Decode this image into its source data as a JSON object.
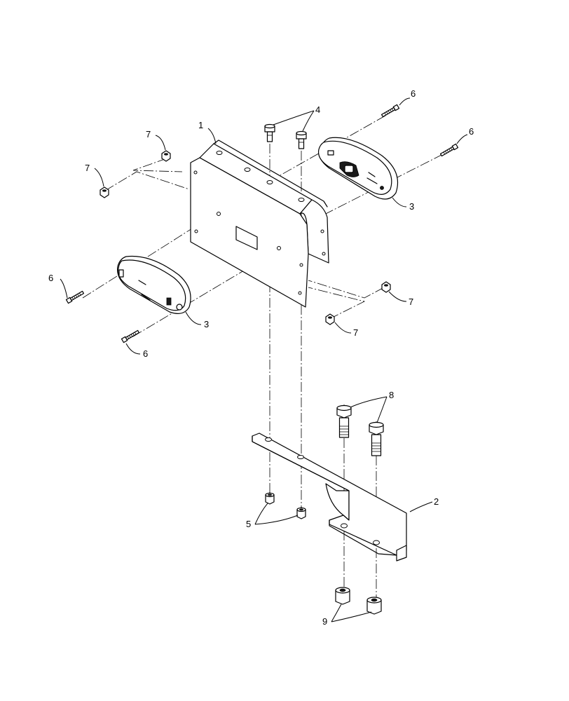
{
  "callouts": {
    "c1": "1",
    "c2": "2",
    "c3a": "3",
    "c3b": "3",
    "c4": "4",
    "c5": "5",
    "c6a": "6",
    "c6b": "6",
    "c6c": "6",
    "c6d": "6",
    "c7a": "7",
    "c7b": "7",
    "c7c": "7",
    "c7d": "7",
    "c8": "8",
    "c9": "9"
  }
}
